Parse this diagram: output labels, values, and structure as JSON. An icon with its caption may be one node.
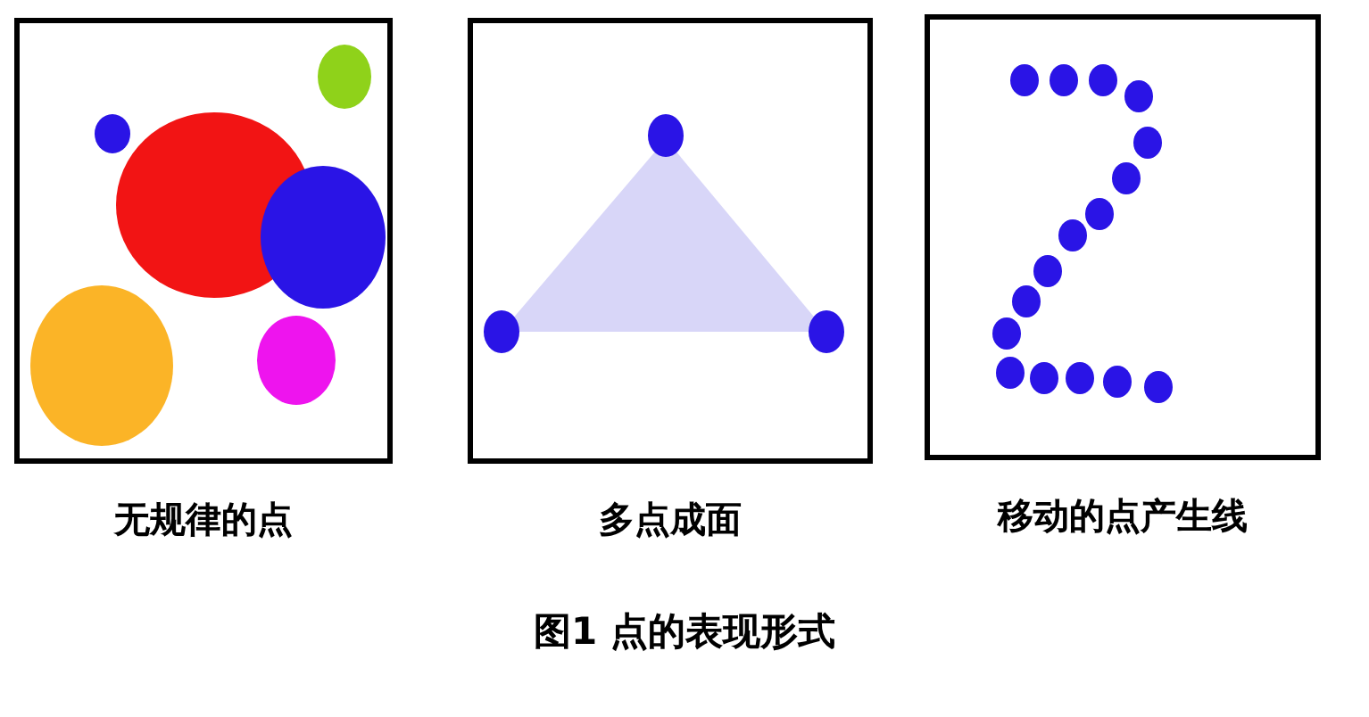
{
  "diagram": {
    "caption": "图1 点的表现形式",
    "nodes": [
      {
        "text": [
          "无规律的点"
        ]
      },
      {
        "text": [
          "多点成面"
        ]
      },
      {
        "text": [
          "移动的点产生线"
        ]
      }
    ]
  }
}
